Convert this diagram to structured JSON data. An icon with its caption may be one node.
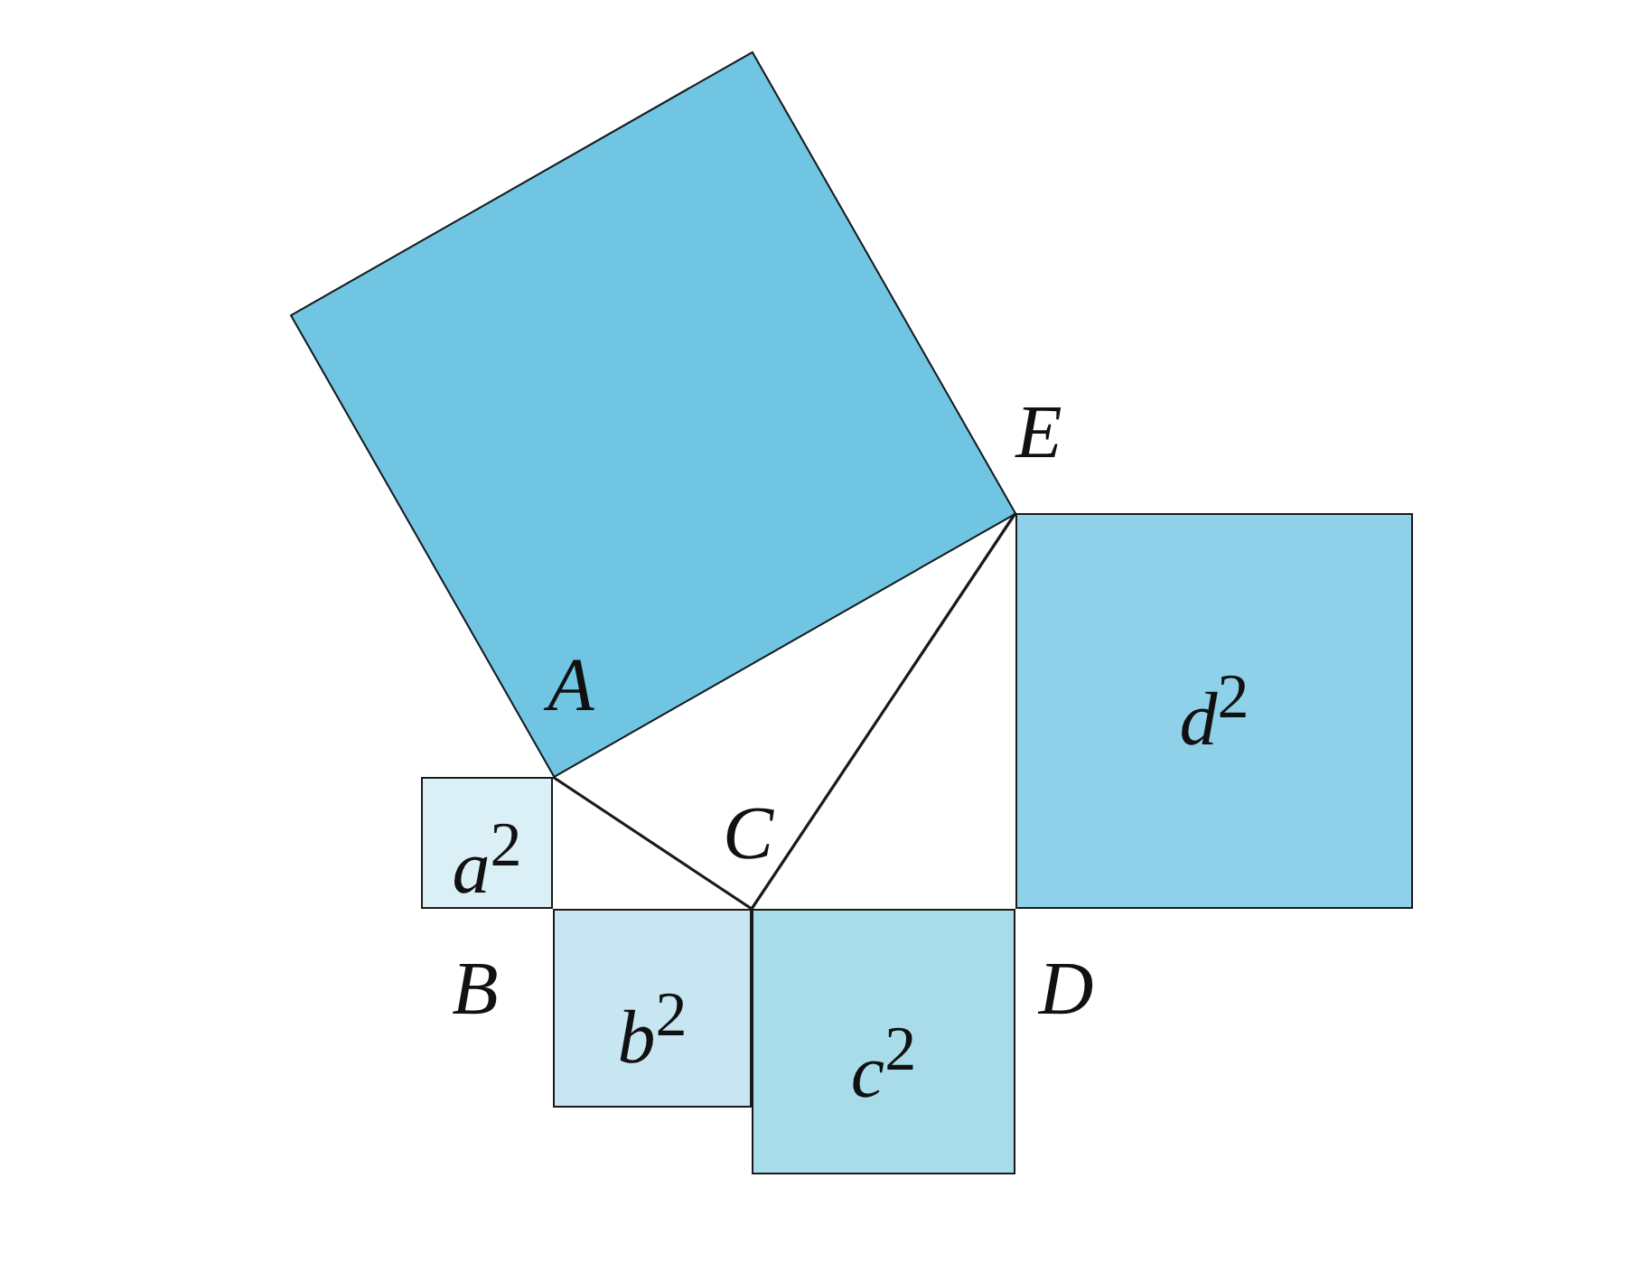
{
  "diagram": {
    "nodes": [
      {
        "text": [],
        "shape": "box"
      },
      {
        "text": [
          "*d*$^{2}$"
        ]
      },
      {
        "text": [
          "*a*$^{2}$"
        ]
      },
      {
        "text": [
          "*b*$^{2}$"
        ]
      },
      {
        "text": [
          "*c*$^{2}$"
        ]
      }
    ],
    "labels": [
      "E",
      "A",
      "C",
      "B",
      "D"
    ]
  }
}
